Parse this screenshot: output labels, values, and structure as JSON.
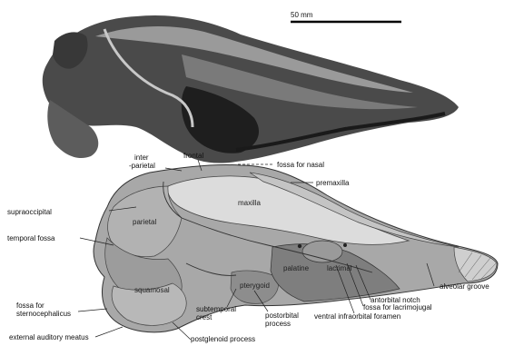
{
  "scale_bar": {
    "label": "50 mm"
  },
  "labels": {
    "frontal": "frontal",
    "interparietal": "inter\n-parietal",
    "fossa_nasal": "fossa for nasal",
    "premaxilla": "premaxilla",
    "supraoccipital": "supraoccipital",
    "maxilla": "maxilla",
    "parietal": "parietal",
    "temporal_fossa": "temporal fossa",
    "palatine": "palatine",
    "lacrimal": "lacrimal",
    "alveolar_groove": "alveolar groove",
    "squamosal": "squamosal",
    "pterygoid": "pterygoid",
    "antorbital_notch": "antorbital notch",
    "fossa_lacrimojugal": "fossa for lacrimojugal",
    "ventral_infraorbital": "ventral infraorbital foramen",
    "fossa_sternocephalicus": "fossa for\nsternocephalicus",
    "subtemporal_crest": "subtemporal\ncrest",
    "postorbital_process": "postorbital\nprocess",
    "external_auditory": "external auditory meatus",
    "postglenoid_process": "postglenoid process"
  },
  "colors": {
    "photo_dark": "#2a2a2a",
    "photo_mid": "#6b6b6b",
    "photo_light": "#b8b8b8",
    "drawing_base": "#a6a6a6",
    "drawing_light": "#d6d6d6",
    "drawing_dark": "#7d7d7d"
  }
}
